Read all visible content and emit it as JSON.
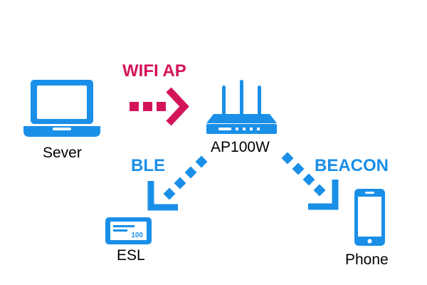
{
  "nodes": {
    "server": {
      "label": "Sever",
      "icon": "laptop-icon"
    },
    "ap": {
      "label": "AP100W",
      "icon": "wifi-router-icon"
    },
    "esl": {
      "label": "ESL",
      "icon": "electronic-shelf-label-icon",
      "display_value": "100"
    },
    "phone": {
      "label": "Phone",
      "icon": "smartphone-icon"
    }
  },
  "links": {
    "wifi": {
      "label": "WIFI AP",
      "color": "#d4145a"
    },
    "ble": {
      "label": "BLE",
      "color": "#1a8fe8"
    },
    "beacon": {
      "label": "BEACON",
      "color": "#1a8fe8"
    }
  },
  "colors": {
    "device_blue": "#1a8fe8",
    "arrow_magenta": "#d4145a",
    "arrow_blue": "#1a8fe8"
  }
}
